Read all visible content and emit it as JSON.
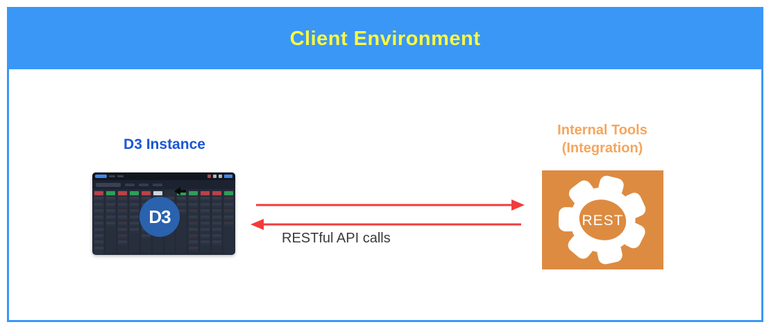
{
  "header": {
    "title": "Client Environment"
  },
  "d3_instance": {
    "label": "D3 Instance",
    "logo_text": "D3",
    "dashboard": {
      "columns": [
        {
          "badge": "red",
          "cards": 10
        },
        {
          "badge": "green",
          "cards": 5
        },
        {
          "badge": "red",
          "cards": 8
        },
        {
          "badge": "green",
          "cards": 6
        },
        {
          "badge": "red",
          "cards": 7
        },
        {
          "badge": "white",
          "cards": 6
        },
        {
          "badge": "none",
          "cards": 4
        },
        {
          "badge": "green",
          "cards": 3
        },
        {
          "badge": "green",
          "cards": 9
        },
        {
          "badge": "red",
          "cards": 8
        },
        {
          "badge": "red",
          "cards": 8
        },
        {
          "badge": "green",
          "cards": 5
        }
      ]
    }
  },
  "internal_tools": {
    "label_line1": "Internal Tools",
    "label_line2": "(Integration)",
    "icon_text": "REST"
  },
  "connection": {
    "label": "RESTful API calls"
  },
  "colors": {
    "header_blue": "#3B97F5",
    "title_yellow": "#FCF93F",
    "d3_label_blue": "#1B55D6",
    "d3_logo_blue": "#2A62AE",
    "tools_orange_text": "#F6A55C",
    "tools_orange_box": "#DD8B41",
    "arrow_red": "#F23B3B",
    "api_label_gray": "#3A3A3A"
  }
}
